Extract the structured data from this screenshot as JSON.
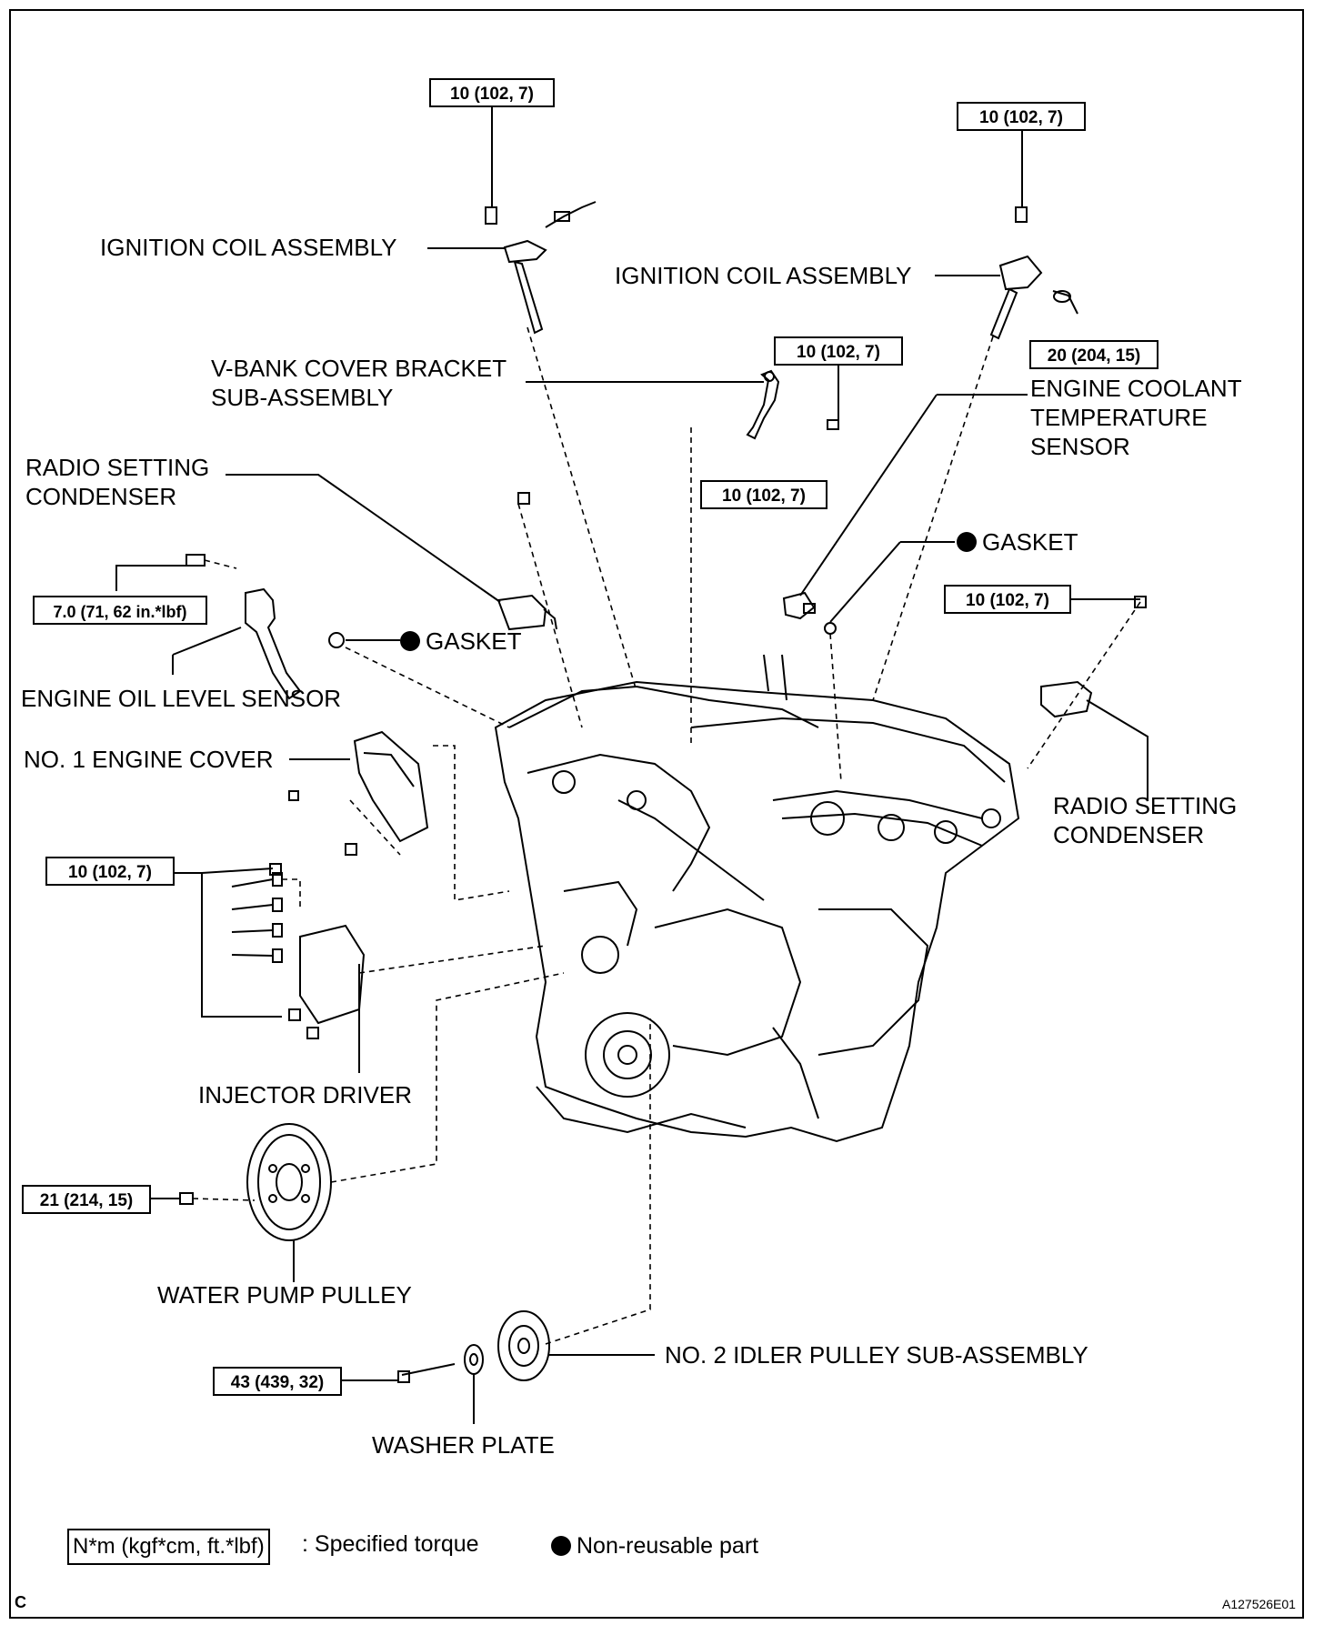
{
  "labels": {
    "ignition_coil_left": "IGNITION COIL ASSEMBLY",
    "ignition_coil_right": "IGNITION COIL ASSEMBLY",
    "vbank_bracket": "V-BANK COVER BRACKET\nSUB-ASSEMBLY",
    "radio_condenser_left": "RADIO SETTING\nCONDENSER",
    "engine_coolant_sensor": "ENGINE COOLANT\nTEMPERATURE\nSENSOR",
    "gasket_upper": "GASKET",
    "gasket_lower": "GASKET",
    "engine_oil_level_sensor": "ENGINE OIL LEVEL SENSOR",
    "engine_cover": "NO. 1 ENGINE COVER",
    "radio_condenser_right": "RADIO SETTING\nCONDENSER",
    "injector_driver": "INJECTOR DRIVER",
    "water_pump_pulley": "WATER PUMP PULLEY",
    "idler_pulley": "NO. 2 IDLER PULLEY SUB-ASSEMBLY",
    "washer_plate": "WASHER PLATE"
  },
  "torques": {
    "coil_left": "10 (102, 7)",
    "coil_right": "10 (102, 7)",
    "bracket": "10 (102, 7)",
    "coolant_sensor": "20 (204, 15)",
    "condenser_left": "10 (102, 7)",
    "oil_level_sensor": "7.0 (71, 62 in.*lbf)",
    "condenser_right": "10 (102, 7)",
    "injector_driver": "10 (102, 7)",
    "water_pump": "21 (214, 15)",
    "idler": "43 (439, 32)"
  },
  "legend": {
    "torque_unit": "N*m (kgf*cm, ft.*lbf)",
    "torque_text": ": Specified torque",
    "nonreusable_text": "Non-reusable part"
  },
  "footer": {
    "corner_letter": "C",
    "figure_id": "A127526E01"
  }
}
